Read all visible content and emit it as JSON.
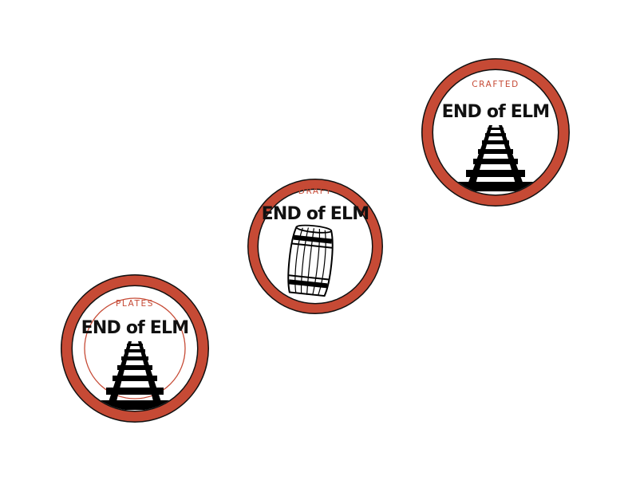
{
  "badges": [
    {
      "id": "plates",
      "subtitle": "PLATES",
      "brand": "END of ELM",
      "icon": "railroad-tracks-icon"
    },
    {
      "id": "draft",
      "subtitle": "DRAFT",
      "brand": "END of ELM",
      "icon": "barrel-icon"
    },
    {
      "id": "crafted",
      "subtitle": "CRAFTED",
      "brand": "END of ELM",
      "icon": "railroad-tracks-icon"
    }
  ],
  "colors": {
    "ring": "#c64a35",
    "outline": "#111111",
    "ink": "#111111",
    "background": "#ffffff"
  }
}
